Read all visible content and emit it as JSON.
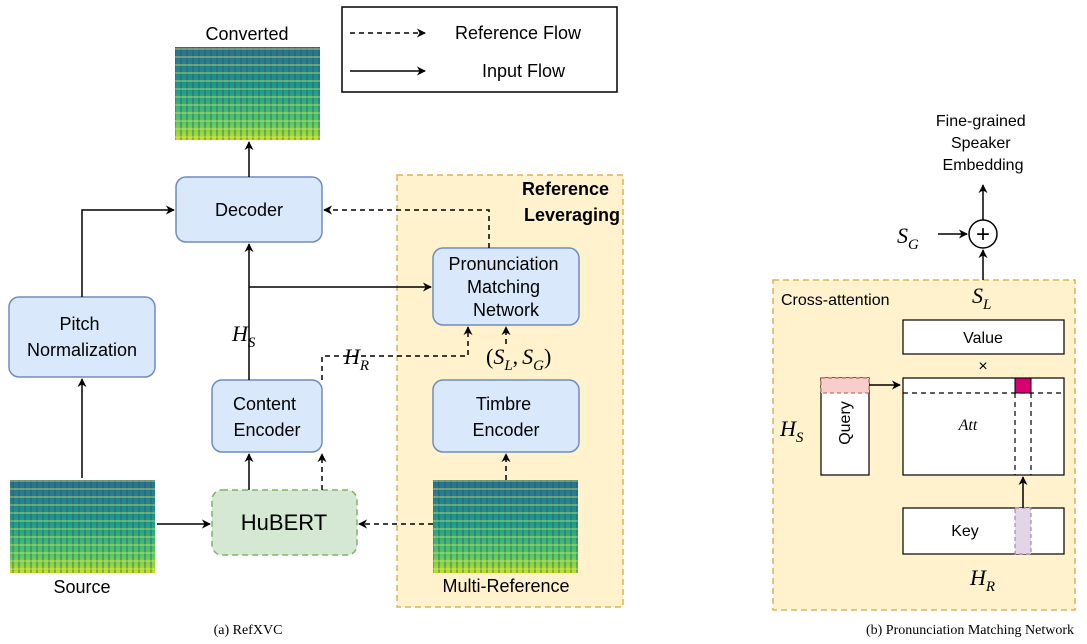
{
  "left": {
    "legend": {
      "reference_flow": "Reference Flow",
      "input_flow": "Input Flow"
    },
    "converted_label": "Converted",
    "source_label": "Source",
    "multi_reference_label": "Multi-Reference",
    "blocks": {
      "decoder": "Decoder",
      "pitch_line1": "Pitch",
      "pitch_line2": "Normalization",
      "content_line1": "Content",
      "content_line2": "Encoder",
      "hubert": "HuBERT",
      "timbre_line1": "Timbre",
      "timbre_line2": "Encoder",
      "pmn_line1": "Pronunciation",
      "pmn_line2": "Matching",
      "pmn_line3": "Network"
    },
    "region_title_line1": "Reference",
    "region_title_line2": "Leveraging",
    "symbols": {
      "hs_main": "H",
      "hs_sub": "S",
      "hr_main": "H",
      "hr_sub": "R",
      "tuple_open": "(",
      "sl_main": "S",
      "sl_sub": "L",
      "comma": ",",
      "sg_main": "S",
      "sg_sub": "G",
      "tuple_close": ")"
    },
    "caption": "(a) RefXVC"
  },
  "right": {
    "output_line1": "Fine-grained",
    "output_line2": "Speaker",
    "output_line3": "Embedding",
    "sg_main": "S",
    "sg_sub": "G",
    "sl_main": "S",
    "sl_sub": "L",
    "plus_symbol": "+",
    "region_title": "Cross-attention",
    "value": "Value",
    "times": "×",
    "att": "Att",
    "query": "Query",
    "key": "Key",
    "hs_main": "H",
    "hs_sub": "S",
    "hr_main": "H",
    "hr_sub": "R",
    "caption": "(b) Pronunciation Matching Network"
  },
  "colors": {
    "block_fill": "#dae8fc",
    "block_stroke": "#6c8ebf",
    "hubert_fill": "#d5e8d4",
    "hubert_stroke": "#82b366",
    "region_fill": "#fff2cc",
    "region_stroke": "#d6b656",
    "query_highlight": "#f8cecc",
    "att_highlight": "#d80073",
    "key_highlight": "#e1d5e7"
  }
}
